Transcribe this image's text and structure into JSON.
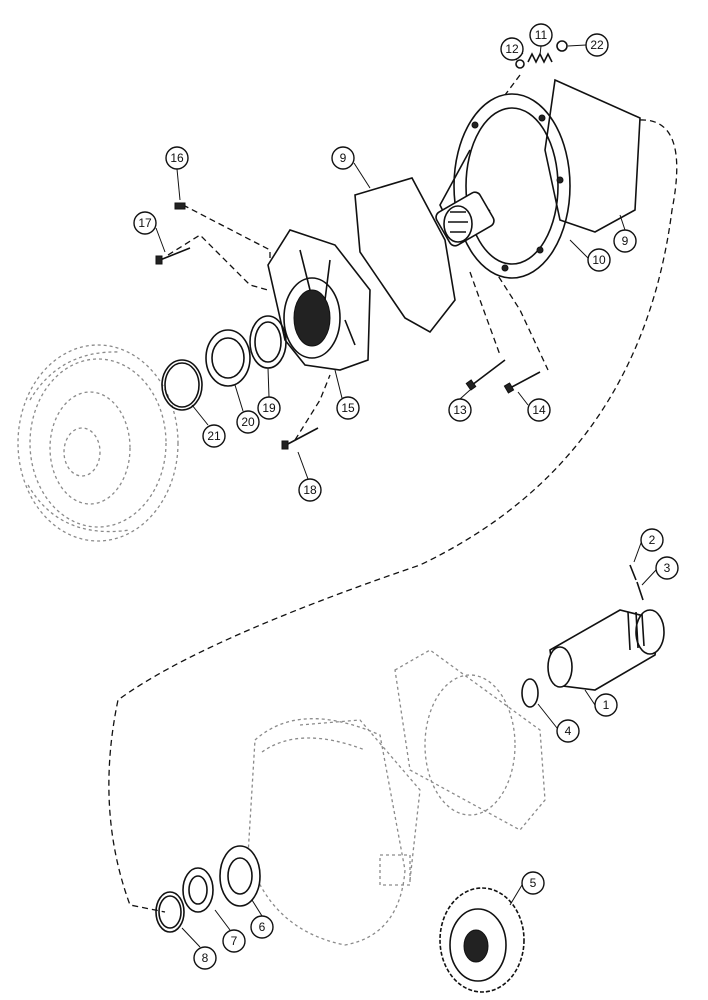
{
  "callouts": {
    "c1": "1",
    "c2": "2",
    "c3": "3",
    "c4": "4",
    "c5": "5",
    "c6": "6",
    "c7": "7",
    "c8": "8",
    "c9a": "9",
    "c9b": "9",
    "c10": "10",
    "c11": "11",
    "c12": "12",
    "c13": "13",
    "c14": "14",
    "c15": "15",
    "c16": "16",
    "c17": "17",
    "c18": "18",
    "c19": "19",
    "c20": "20",
    "c21": "21",
    "c22": "22"
  }
}
